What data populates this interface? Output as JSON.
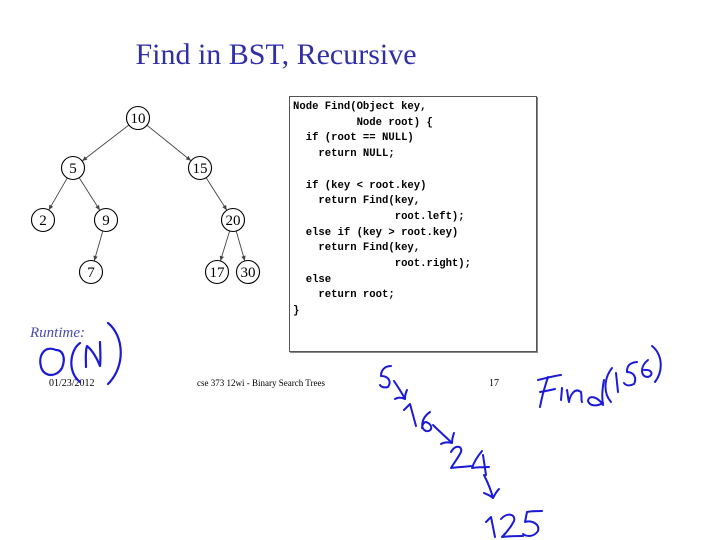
{
  "slide": {
    "title": "Find in BST, Recursive",
    "runtime_label": "Runtime:",
    "footer_date": "01/23/2012",
    "footer_center": "cse 373 12wi - Binary Search Trees",
    "page_number": "17"
  },
  "tree": {
    "nodes": [
      {
        "id": "n10",
        "label": "10"
      },
      {
        "id": "n5",
        "label": "5"
      },
      {
        "id": "n15",
        "label": "15"
      },
      {
        "id": "n2",
        "label": "2"
      },
      {
        "id": "n9",
        "label": "9"
      },
      {
        "id": "n20",
        "label": "20"
      },
      {
        "id": "n7",
        "label": "7"
      },
      {
        "id": "n17",
        "label": "17"
      },
      {
        "id": "n30",
        "label": "30"
      }
    ],
    "edges": [
      [
        "n10",
        "n5"
      ],
      [
        "n10",
        "n15"
      ],
      [
        "n5",
        "n2"
      ],
      [
        "n5",
        "n9"
      ],
      [
        "n15",
        "n20"
      ],
      [
        "n9",
        "n7"
      ],
      [
        "n20",
        "n17"
      ],
      [
        "n20",
        "n30"
      ]
    ]
  },
  "code": {
    "lines": [
      "Node Find(Object key,",
      "          Node root) {",
      "  if (root == NULL)",
      "    return NULL;",
      "",
      "  if (key < root.key)",
      "    return Find(key,",
      "                root.left);",
      "  else if (key > root.key)",
      "    return Find(key,",
      "                root.right);",
      "  else",
      "    return root;",
      "}"
    ]
  },
  "annotations": {
    "runtime_answer": "O(n)",
    "find_call": "Find(156)",
    "path": [
      "5",
      "16",
      "24",
      "125"
    ],
    "ink_color": "#1a1ad8"
  }
}
